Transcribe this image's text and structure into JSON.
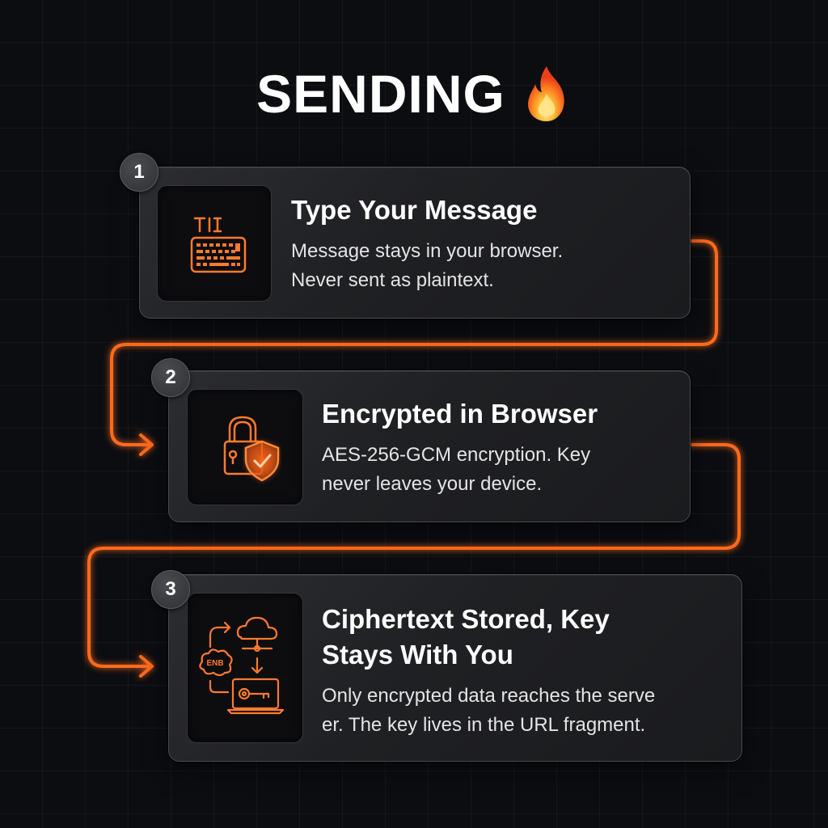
{
  "header": {
    "title": "SENDING",
    "title_icon": "fire-icon"
  },
  "colors": {
    "accent": "#ff6a1a",
    "background": "#0c0d11",
    "card": "#1f2023"
  },
  "steps": [
    {
      "number": "1",
      "title": "Type Your Message",
      "description_line1": "Message stays in your browser.",
      "description_line2": "Never sent as plaintext.",
      "icon": "keyboard-cursor-icon",
      "icon_label": "T|I"
    },
    {
      "number": "2",
      "title": "Encrypted in Browser",
      "description_line1": "AES-256-GCM encryption. Key",
      "description_line2": "never leaves your device.",
      "icon": "lock-shield-check-icon"
    },
    {
      "number": "3",
      "title_line1": "Ciphertext Stored, Key",
      "title_line2": "Stays With You",
      "description_line1": "Only encrypted data reaches the serve",
      "description_line2": "er. The key lives in the URL fragment.",
      "icon": "cloud-key-flow-icon",
      "icon_label": "ENB"
    }
  ]
}
